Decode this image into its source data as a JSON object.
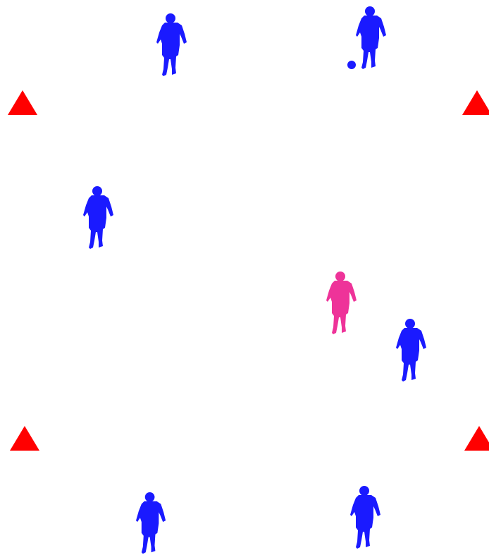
{
  "colors": {
    "background": "#ffffff",
    "team": "#1a1aff",
    "defender": "#ee3399",
    "cone": "#ff0000",
    "ball": "#1a1aff"
  },
  "cones": [
    {
      "id": "cone-top-left",
      "icon": "triangle-cone-icon"
    },
    {
      "id": "cone-top-right",
      "icon": "triangle-cone-icon"
    },
    {
      "id": "cone-bottom-left",
      "icon": "triangle-cone-icon"
    },
    {
      "id": "cone-bottom-right",
      "icon": "triangle-cone-icon"
    }
  ],
  "players": [
    {
      "id": "attacker-1",
      "role": "attacker",
      "icon": "player-silhouette-icon"
    },
    {
      "id": "attacker-2-with-ball",
      "role": "attacker",
      "icon": "player-silhouette-icon",
      "has_ball": true
    },
    {
      "id": "attacker-3",
      "role": "attacker",
      "icon": "player-silhouette-icon"
    },
    {
      "id": "defender-1",
      "role": "defender",
      "icon": "player-silhouette-icon"
    },
    {
      "id": "attacker-4",
      "role": "attacker",
      "icon": "player-silhouette-icon"
    },
    {
      "id": "attacker-5",
      "role": "attacker",
      "icon": "player-silhouette-icon"
    },
    {
      "id": "attacker-6",
      "role": "attacker",
      "icon": "player-silhouette-icon"
    }
  ],
  "ball": {
    "icon": "soccer-ball-icon"
  }
}
